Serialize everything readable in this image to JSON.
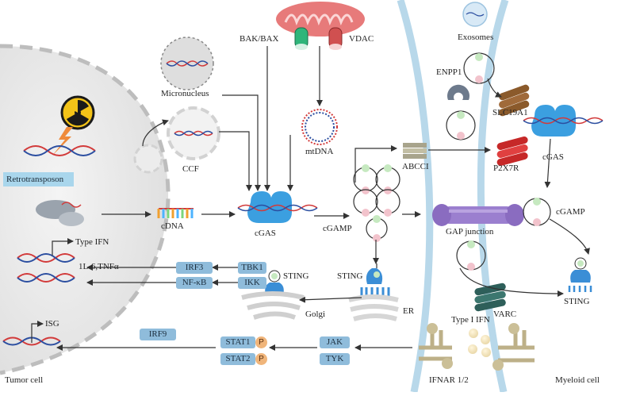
{
  "labels": {
    "bak_bax": "BAK/BAX",
    "vdac": "VDAC",
    "micronucleus": "Micronucleus",
    "mtdna": "mtDNA",
    "ccf": "CCF",
    "retrotransposon": "Retrotransposon",
    "cdna": "cDNA",
    "cgas_center": "cGAS",
    "cgamp_center": "cGAMP",
    "type_ifn": "Type IFN",
    "il6_tnf": "1L-6,TNFα",
    "sting_golgi": "STING",
    "golgi": "Golgi",
    "sting_er": "STING",
    "er": "ER",
    "isg": "ISG",
    "tumor_cell": "Tumor cell",
    "exosomes": "Exosomes",
    "enpp1": "ENPP1",
    "slc19a1": "SLC19A1",
    "abcci": "ABCCI",
    "p2x7r": "P2X7R",
    "cgas_right": "cGAS",
    "gap_junction": "GAP junction",
    "cgamp_right": "cGAMP",
    "sting_right": "STING",
    "varc": "VARC",
    "type1_ifn": "Type I IFN",
    "ifnar": "IFNAR 1/2",
    "myeloid_cell": "Myeloid cell"
  },
  "boxes": {
    "irf3": "IRF3",
    "tbk1": "TBK1",
    "nfkb": "NF-κB",
    "ikk": "IKK",
    "irf9": "IRF9",
    "stat1": "STAT1",
    "stat2": "STAT2",
    "jak": "JAK",
    "tyk": "TYK"
  },
  "phospho": {
    "p1": "P",
    "p2": "P"
  },
  "colors": {
    "nucleus_fill": "#ececec",
    "membrane": "#b8d8ea",
    "box_fill": "#8fbcdb",
    "cgas": "#3b9fe0",
    "mitochondria": "#e06060",
    "bak_bax_channel": "#2fb57a",
    "vdac_channel": "#d05050",
    "enpp1": "#6d7a8c",
    "slc19a1": "#8b5a2b",
    "abcci": "#a8a48c",
    "p2x7r": "#c62828",
    "gap_junction": "#9b7fcf",
    "varc": "#2e5f5a",
    "phospho": "#f0b57a",
    "cgamp_green": "#c6e9c0",
    "cgamp_pink": "#f2c3cc"
  },
  "icons": [
    "radiation-icon",
    "lightning-icon",
    "dna-helix-icon",
    "mitochondria-icon",
    "cgas-enzyme-icon",
    "sting-receptor-icon",
    "golgi-icon",
    "er-icon",
    "receptor-icon"
  ]
}
